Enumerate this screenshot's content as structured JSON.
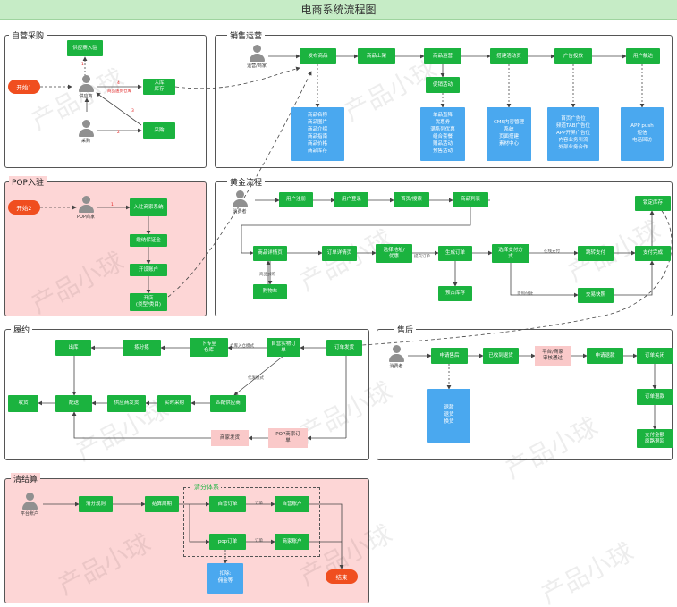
{
  "title": "电商系统流程图",
  "watermark": "产品小球",
  "colors": {
    "green": "#1bb33f",
    "blue": "#4aa8ef",
    "pink": "#fdd6d6",
    "orange": "#f04e1f",
    "title_bg": "#c6ecc6"
  },
  "sections": {
    "self": "自营采购",
    "sales": "销售运营",
    "pop": "POP入驻",
    "golden": "黄金流程",
    "fulfill": "履约",
    "after": "售后",
    "settle": "清结算"
  },
  "self_purchase": {
    "start": "开始1",
    "supplier_entry": "供应商入驻",
    "supplier": "供应商",
    "buyer": "采购",
    "stock_in": "入库\n库存",
    "purchase": "采购",
    "step4_num": "4",
    "step4_text": "商品送到仓库",
    "step3": "3",
    "step2": "2",
    "step1": "1"
  },
  "sales_ops": {
    "actor": "运营/商家",
    "boxes": [
      "发布商品",
      "商品上架",
      "商品运营",
      "搭建活动页",
      "广告投放",
      "用户触达"
    ],
    "promo": "促销活动",
    "blue": [
      "商品名称\n商品图片\n商品介绍\n商品指南\n商品价格\n商品库存",
      "单品直降\n优惠券\n满系列优惠\n组合套餐\n赠品活动\n预售活动",
      "CMS内容管理\n系统\n页面搭建\n素材中心",
      "首页广告位\n频道TAB广告位\nAPP开屏广告位\n内容业务引流\n外部业务合作",
      "APP push\n短信\n电话回访"
    ]
  },
  "pop": {
    "start": "开始2",
    "actor": "POP商家",
    "steps": [
      "入驻商家系统",
      "缴纳保证金",
      "开设账户",
      "开店\n(类型/类目)"
    ],
    "step_num": "1"
  },
  "golden": {
    "actor": "消费者",
    "row1": [
      "用户注册",
      "用户登录",
      "首页/搜索",
      "商品列表"
    ],
    "lock": "锁定库存",
    "row2": [
      "商品详情页",
      "订单详情页",
      "选择地址/\n优惠",
      "生成订单",
      "选择支付方\n式",
      "跳转支付",
      "支付完成"
    ],
    "cart": "购物车",
    "cart_label": "商品加购",
    "reserve": "预占库存",
    "trade_snapshot": "交易快照",
    "label_submit": "提交订单",
    "label_online_pay": "在线支付",
    "label_cod": "货到付款"
  },
  "fulfill": {
    "order_dispatch": "订单发货",
    "self_order": "自营实物订\n单",
    "push": "下传至\n仓库",
    "pick": "拣分拣",
    "out": "出库",
    "deliver": "配送",
    "receive": "收货",
    "supplier_ship": "供应商发货",
    "realtime_purchase": "实时采购",
    "supplier_match": "匹配供应商",
    "merchant_ship": "商家发货",
    "pop_order": "POP商家订\n单",
    "label_warehouse_mode": "仓库入仓模式",
    "label_dropship": "代发模式"
  },
  "after_sales": {
    "actor": "消费者",
    "steps": [
      "申请售后",
      "已收到退货",
      "平台/商家\n审核通过",
      "申请退款",
      "订单关闭"
    ],
    "blue": "退款\n退货\n换货",
    "refund": "订单退款",
    "payment_restore": "支付金额\n原路退回"
  },
  "settlement": {
    "actor": "平台账户",
    "steps": [
      "清分规则",
      "结算周期"
    ],
    "group_label": "清分体系",
    "rows": [
      {
        "order": "自营订单",
        "account": "自营账户",
        "tag": "订单"
      },
      {
        "order": "pop订单",
        "account": "商家账户",
        "tag": "订单"
      }
    ],
    "deduction": "扣除:\n佣金等",
    "end": "结束"
  }
}
